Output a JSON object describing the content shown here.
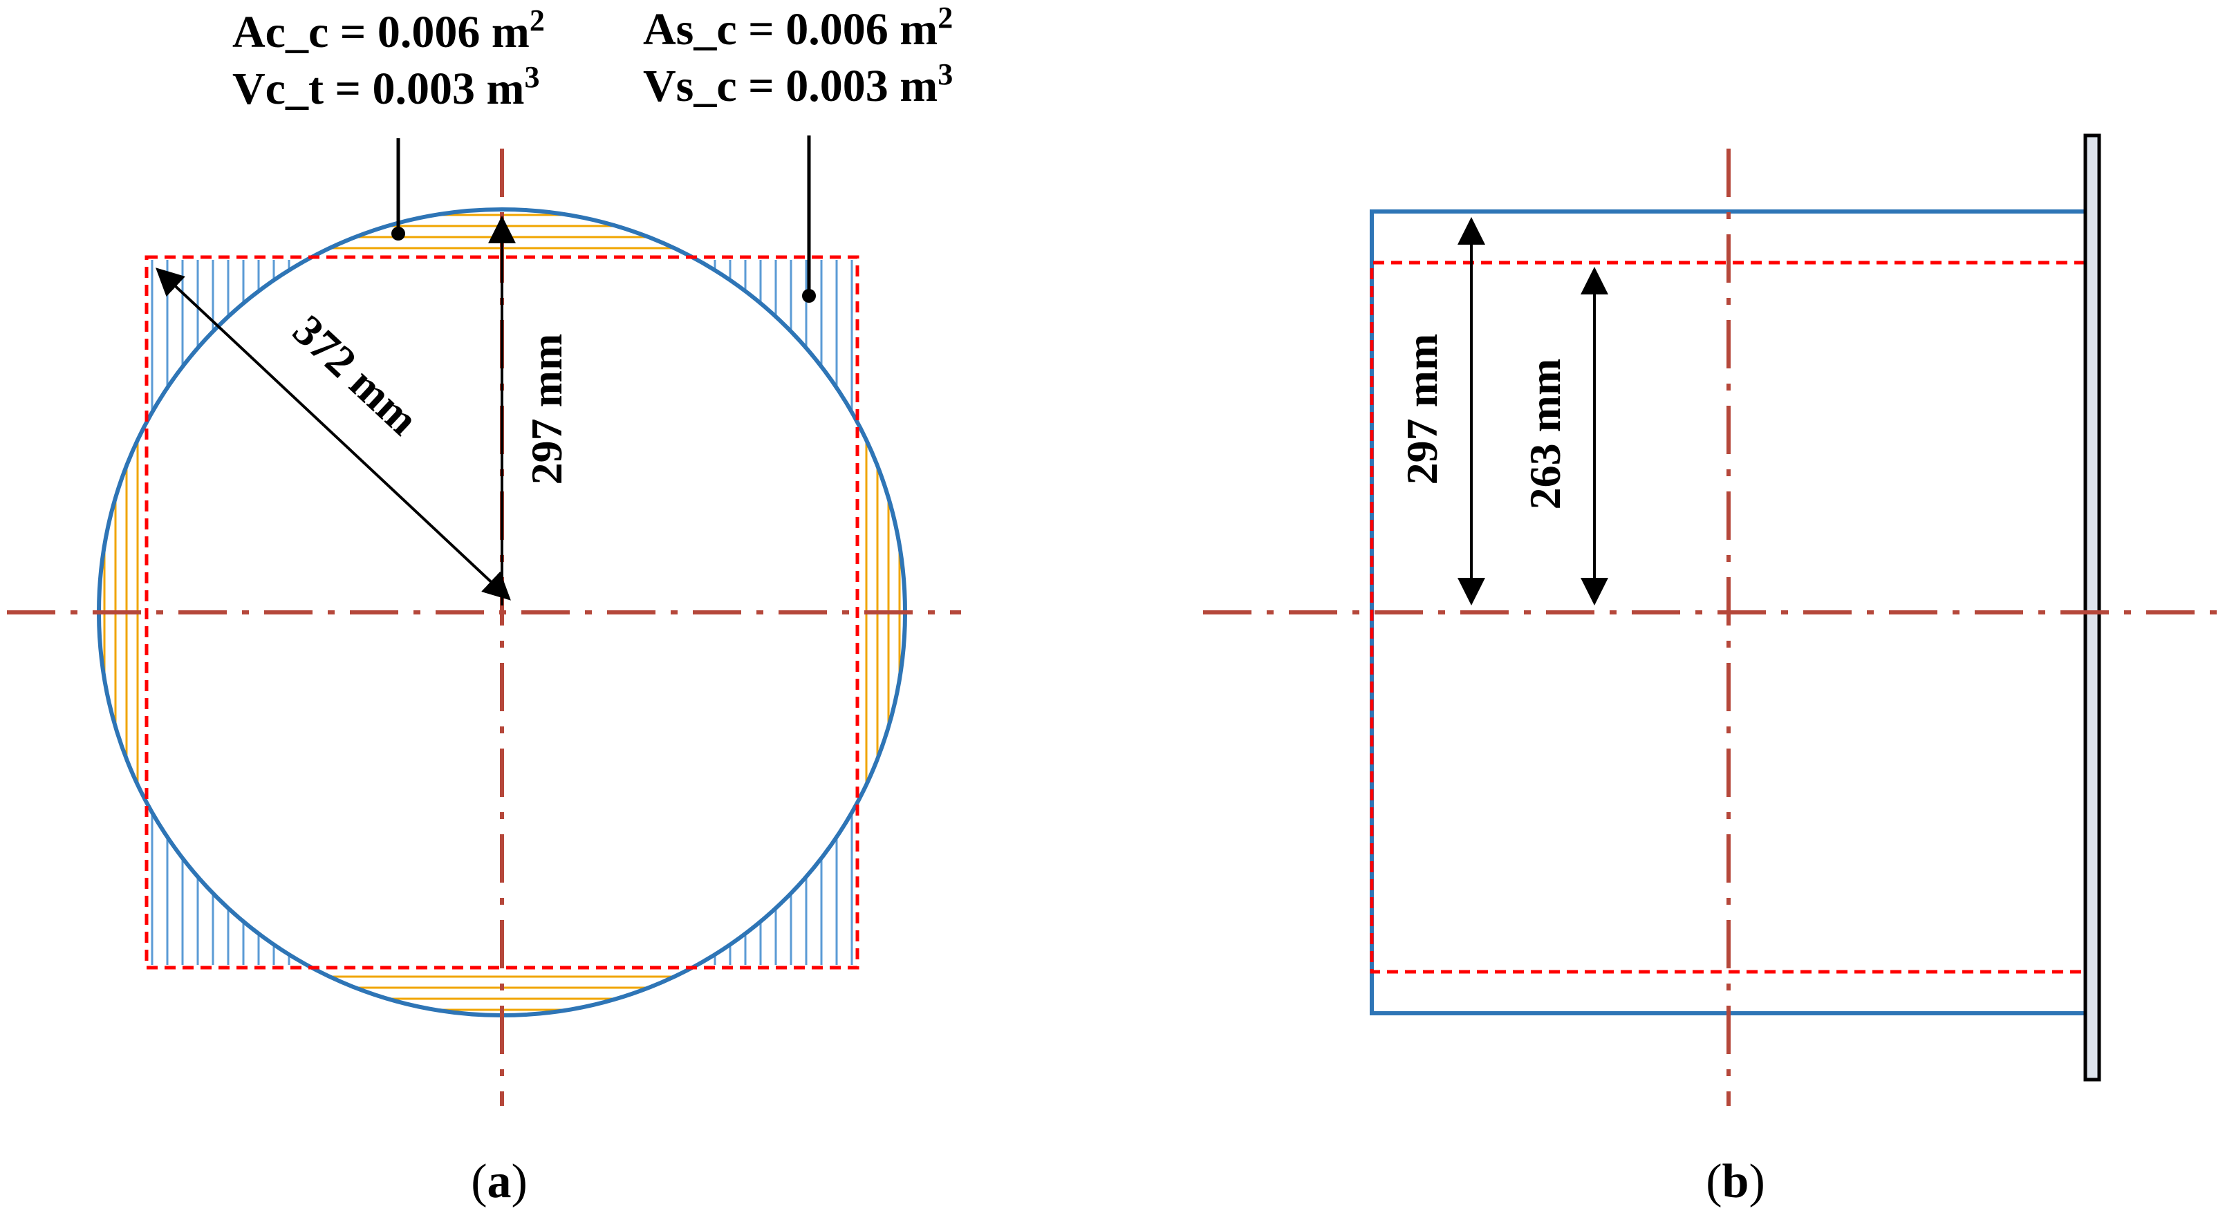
{
  "figure": {
    "panel_a": {
      "label": "(a)",
      "label_letter": "a",
      "annotation_corner_segment": {
        "line1": "Ac_c = 0.006 m",
        "line1_sup": "2",
        "line2": "Vc_t = 0.003 m",
        "line2_sup": "3"
      },
      "annotation_square_corner": {
        "line1": "As_c = 0.006 m",
        "line1_sup": "2",
        "line2": "Vs_c = 0.003 m",
        "line2_sup": "3"
      },
      "diagonal_dimension": "372 mm",
      "radius_dimension": "297 mm"
    },
    "panel_b": {
      "label": "(b)",
      "label_letter": "b",
      "outer_dimension": "297 mm",
      "inner_dimension": "263 mm"
    },
    "colors": {
      "circle_outline": "#2e75b6",
      "square_dashed": "#ff0000",
      "centerline": "#b5473a",
      "hatch_segments": "#f0a500",
      "hatch_corners": "#5b9bd5",
      "flange_fill": "#dde3ec"
    }
  }
}
